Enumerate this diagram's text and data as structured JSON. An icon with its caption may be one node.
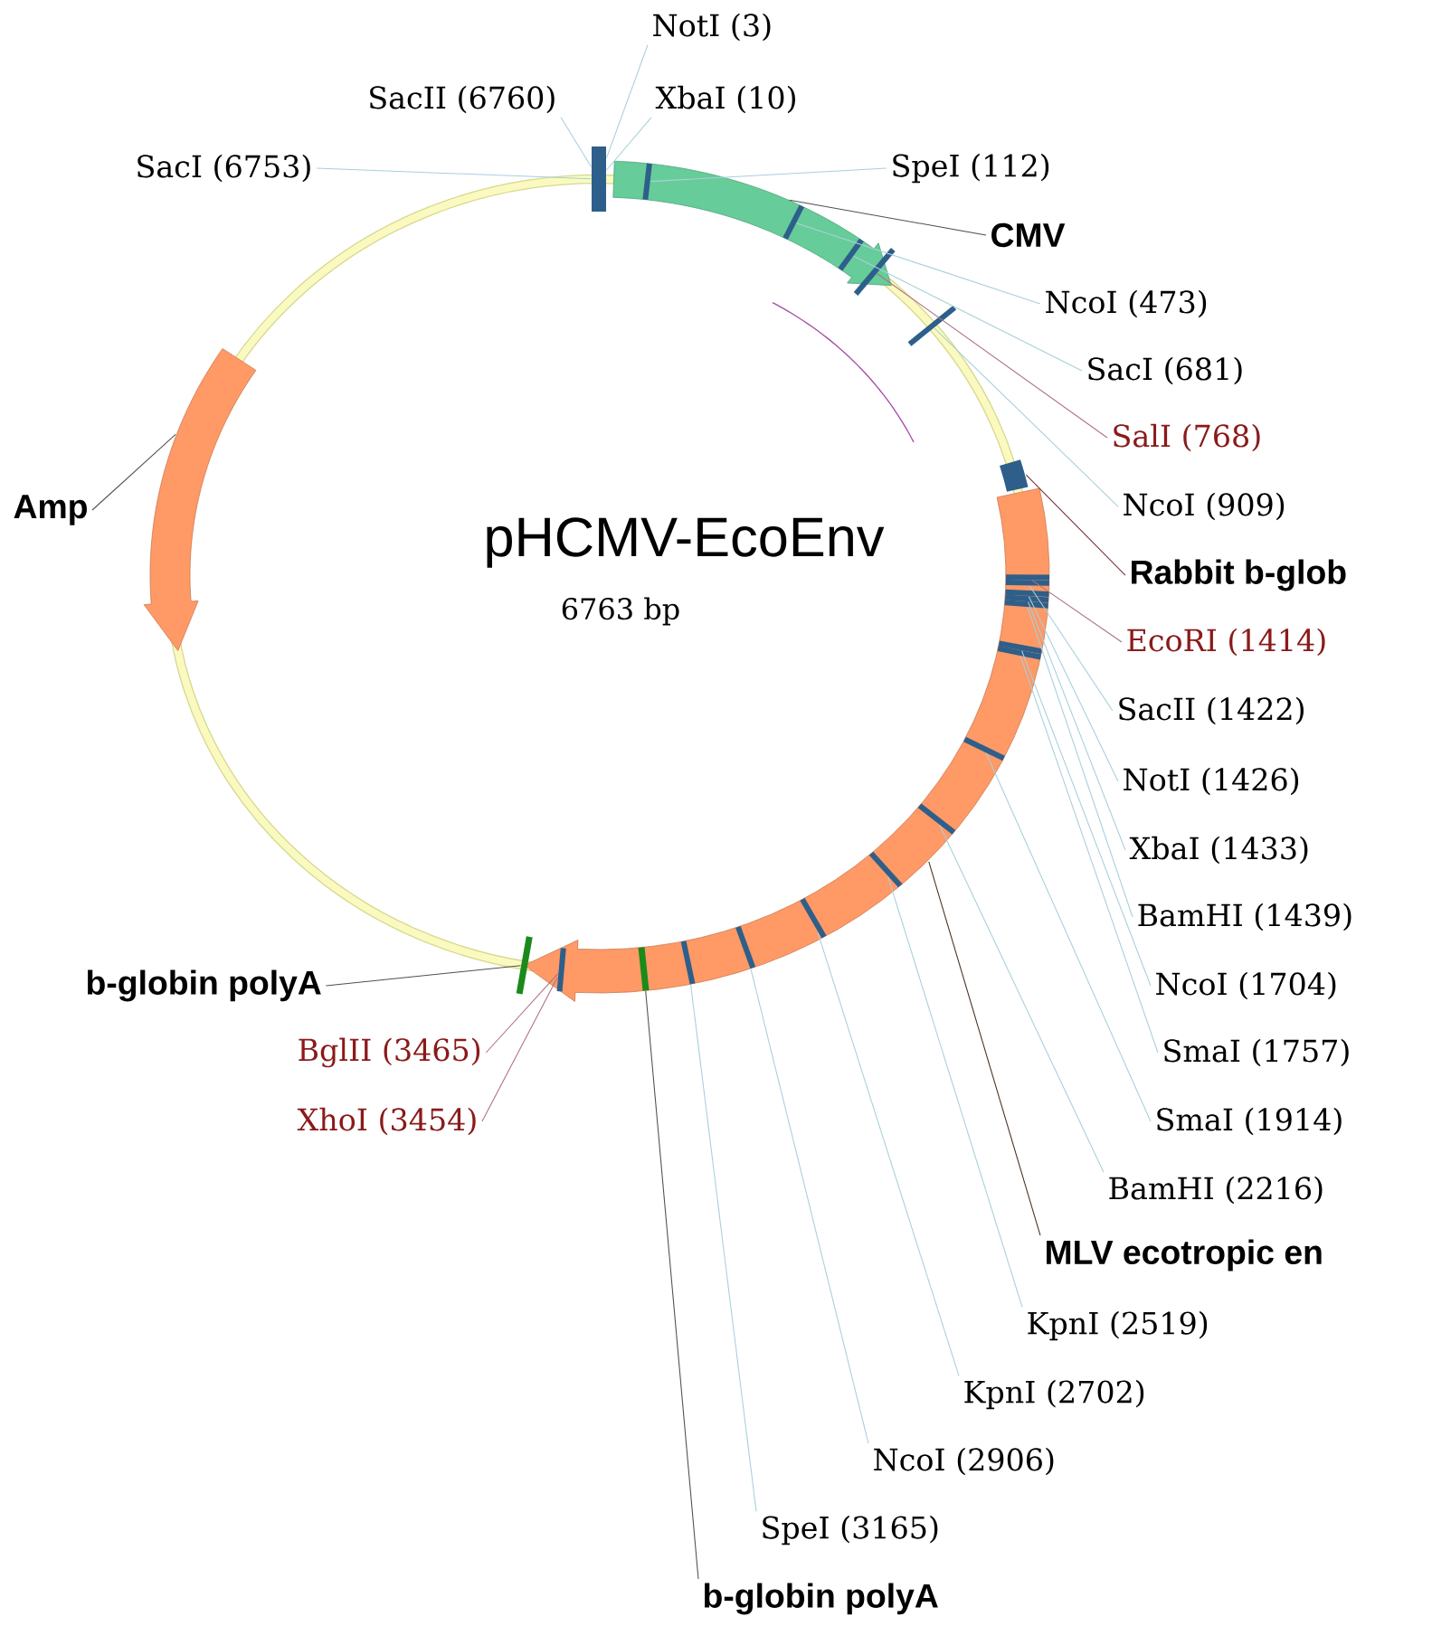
{
  "diagram": {
    "title": "pHCMV-EcoEnv",
    "nodes": [
      {
        "text": [
          "NotI (3)"
        ]
      },
      {
        "text": [
          "SacII (6760)"
        ]
      },
      {
        "text": [
          "XbaI (10)"
        ]
      },
      {
        "text": [
          "SacI (6753)"
        ]
      },
      {
        "text": [
          "SpeI (112)"
        ]
      },
      {
        "text": [
          "CMV"
        ]
      },
      {
        "text": [
          "NcoI (473)"
        ]
      },
      {
        "text": [
          "SacI (681)"
        ]
      },
      {
        "text": [
          "SalI (768)"
        ]
      },
      {
        "text": [
          "Amp"
        ]
      },
      {
        "text": [
          "NcoI (909)"
        ]
      },
      {
        "text": [
          "Rabbit b-glob"
        ]
      },
      {
        "text": [
          "EcoRI (1414)"
        ]
      },
      {
        "text": [
          "SacII (1422)"
        ]
      },
      {
        "text": [
          "NotI (1426)"
        ]
      },
      {
        "text": [
          "XbaI (1433)"
        ]
      },
      {
        "text": [
          "BamHI (1439)"
        ]
      },
      {
        "text": [
          "b-globin polyA"
        ]
      },
      {
        "text": [
          "NcoI (1704)"
        ]
      },
      {
        "text": [
          "BglII (3465)"
        ]
      },
      {
        "text": [
          "SmaI (1757)"
        ]
      },
      {
        "text": [
          "XhoI (3454)"
        ]
      },
      {
        "text": [
          "SmaI (1914)"
        ]
      },
      {
        "text": [
          "BamHI (2216)"
        ]
      },
      {
        "text": [
          "MLV ecotropic en"
        ]
      },
      {
        "text": [
          "KpnI (2519)"
        ]
      },
      {
        "text": [
          "KpnI (2702)"
        ]
      },
      {
        "text": [
          "NcoI (2906)"
        ]
      },
      {
        "text": [
          "SpeI (3165)"
        ]
      },
      {
        "text": [
          "b-globin polyA"
        ]
      },
      {
        "text": [],
        "shape": "arrow"
      },
      {
        "text": [],
        "shape": "arrow"
      },
      {
        "text": [],
        "shape": "box"
      },
      {
        "text": [],
        "shape": "arrow"
      },
      {
        "text": [],
        "shape": "bar"
      },
      {
        "text": [],
        "shape": "bar",
        "in": 33
      },
      {
        "text": [],
        "shape": "bar"
      },
      {
        "text": [],
        "shape": "bar",
        "in": 30
      },
      {
        "text": [],
        "shape": "bar",
        "in": 30
      },
      {
        "text": [],
        "shape": "bar",
        "in": 30
      },
      {
        "text": [],
        "shape": "bar"
      },
      {
        "text": [],
        "shape": "bar"
      },
      {
        "text": [],
        "shape": "bar",
        "in": 33
      },
      {
        "text": [],
        "shape": "bar",
        "in": 33
      },
      {
        "text": [],
        "shape": "bar",
        "in": 33
      },
      {
        "text": [],
        "shape": "bar",
        "in": 33
      },
      {
        "text": [],
        "shape": "bar",
        "in": 33
      },
      {
        "text": [],
        "shape": "bar",
        "in": 33
      },
      {
        "text": [],
        "shape": "bar",
        "in": 33
      },
      {
        "text": [],
        "shape": "bar",
        "in": 33
      },
      {
        "text": [],
        "shape": "bar",
        "in": 33
      },
      {
        "text": [],
        "shape": "bar",
        "in": 33
      },
      {
        "text": [],
        "shape": "bar",
        "in": 33
      },
      {
        "text": [],
        "shape": "bar",
        "in": 33
      },
      {
        "text": [],
        "shape": "bar",
        "in": 33
      },
      {
        "text": [],
        "shape": "bar",
        "in": 33
      }
    ],
    "edges": [
      {
        "from": 0,
        "to": 36,
        "arrow": "none"
      },
      {
        "from": 1,
        "to": 36,
        "arrow": "none"
      },
      {
        "from": 2,
        "to": 36,
        "arrow": "none"
      },
      {
        "from": 3,
        "to": 36,
        "arrow": "none"
      },
      {
        "from": 4,
        "to": 37,
        "arrow": "none"
      },
      {
        "from": 5,
        "to": 30,
        "arrow": "none",
        "color": "#505050"
      },
      {
        "from": 6,
        "to": 38,
        "arrow": "none"
      },
      {
        "from": 7,
        "to": 39,
        "arrow": "none"
      },
      {
        "from": 8,
        "to": 40,
        "arrow": "none",
        "color": "#b07080"
      },
      {
        "from": 9,
        "to": 31,
        "arrow": "none",
        "color": "#505050"
      },
      {
        "from": 10,
        "to": 41,
        "arrow": "none"
      },
      {
        "from": 11,
        "to": 32,
        "arrow": "none",
        "color": "#7a3030"
      },
      {
        "from": 12,
        "to": 42,
        "arrow": "none",
        "color": "#b07080"
      },
      {
        "from": 13,
        "to": 43,
        "arrow": "none"
      },
      {
        "from": 14,
        "to": 44,
        "arrow": "none"
      },
      {
        "from": 15,
        "to": 45,
        "arrow": "none"
      },
      {
        "from": 16,
        "to": 46,
        "arrow": "none"
      },
      {
        "from": 17,
        "to": 34,
        "arrow": "none",
        "color": "#505050"
      },
      {
        "from": 18,
        "to": 47,
        "arrow": "none"
      },
      {
        "from": 19,
        "to": 55,
        "arrow": "none",
        "color": "#b07080"
      },
      {
        "from": 20,
        "to": 48,
        "arrow": "none"
      },
      {
        "from": 21,
        "to": 55,
        "arrow": "none",
        "color": "#b07080"
      },
      {
        "from": 22,
        "to": 49,
        "arrow": "none"
      },
      {
        "from": 23,
        "to": 50,
        "arrow": "none"
      },
      {
        "from": 24,
        "to": 33,
        "arrow": "none",
        "color": "#4a3020"
      },
      {
        "from": 25,
        "to": 51,
        "arrow": "none"
      },
      {
        "from": 26,
        "to": 52,
        "arrow": "none"
      },
      {
        "from": 27,
        "to": 53,
        "arrow": "none"
      },
      {
        "from": 28,
        "to": 54,
        "arrow": "none"
      },
      {
        "from": 29,
        "to": 35,
        "arrow": "none",
        "color": "#505050"
      }
    ],
    "labels": [
      "6763 bp"
    ]
  }
}
